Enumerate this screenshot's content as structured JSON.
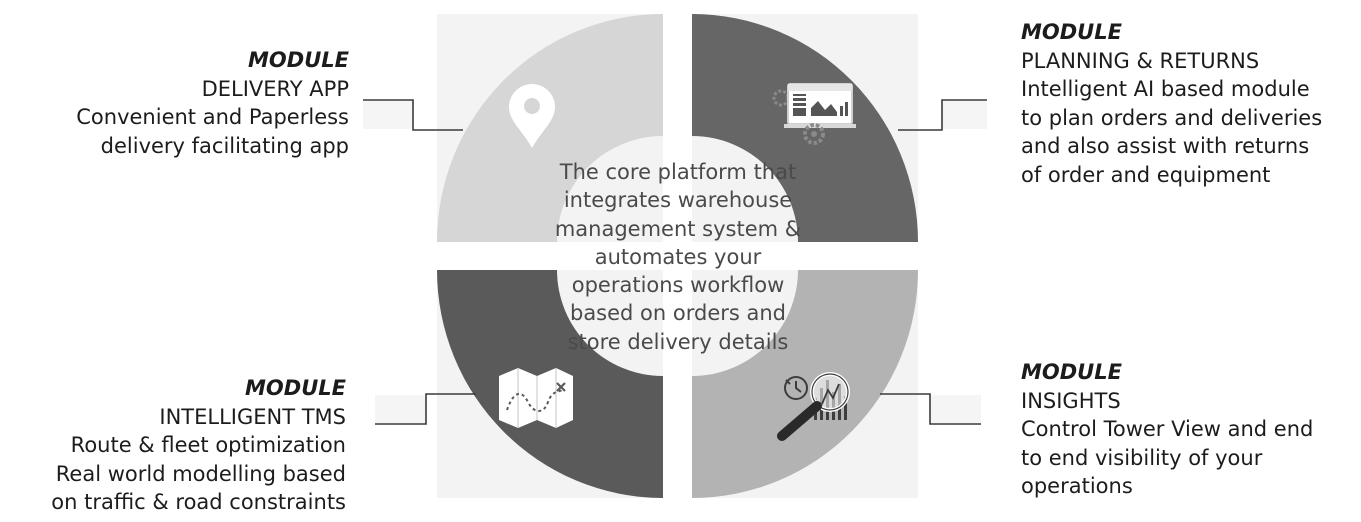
{
  "core": {
    "lines": [
      "The core platform that",
      "integrates warehouse",
      "management system &",
      "automates  your",
      "operations workflow",
      "based on orders and",
      "store delivery details"
    ]
  },
  "modules": {
    "delivery": {
      "kicker": "MODULE",
      "title": "DELIVERY APP",
      "lines": [
        "Convenient and Paperless",
        "delivery facilitating app"
      ],
      "icon": "location-pin-icon"
    },
    "planning": {
      "kicker": "MODULE",
      "title": "PLANNING & RETURNS",
      "lines": [
        "Intelligent AI based module",
        "to plan orders and deliveries",
        "and also assist with returns",
        "of order and equipment"
      ],
      "icon": "dashboard-gears-icon"
    },
    "tms": {
      "kicker": "MODULE",
      "title": "INTELLIGENT TMS",
      "lines": [
        "Route & fleet optimization",
        "Real world modelling based",
        "on traffic & road constraints"
      ],
      "icon": "route-map-icon"
    },
    "insights": {
      "kicker": "MODULE",
      "title": "INSIGHTS",
      "lines": [
        "Control Tower View and end",
        "to end visibility of your",
        "operations"
      ],
      "icon": "magnifier-analytics-icon"
    }
  },
  "colors": {
    "top_left_quadrant": "#d6d6d6",
    "top_right_quadrant": "#666666",
    "bottom_left_quadrant": "#5a5a5a",
    "bottom_right_quadrant": "#b3b3b3",
    "connector": "#3a3a3a",
    "text": "#1c1c1c",
    "core_text": "#4a4a4a"
  }
}
